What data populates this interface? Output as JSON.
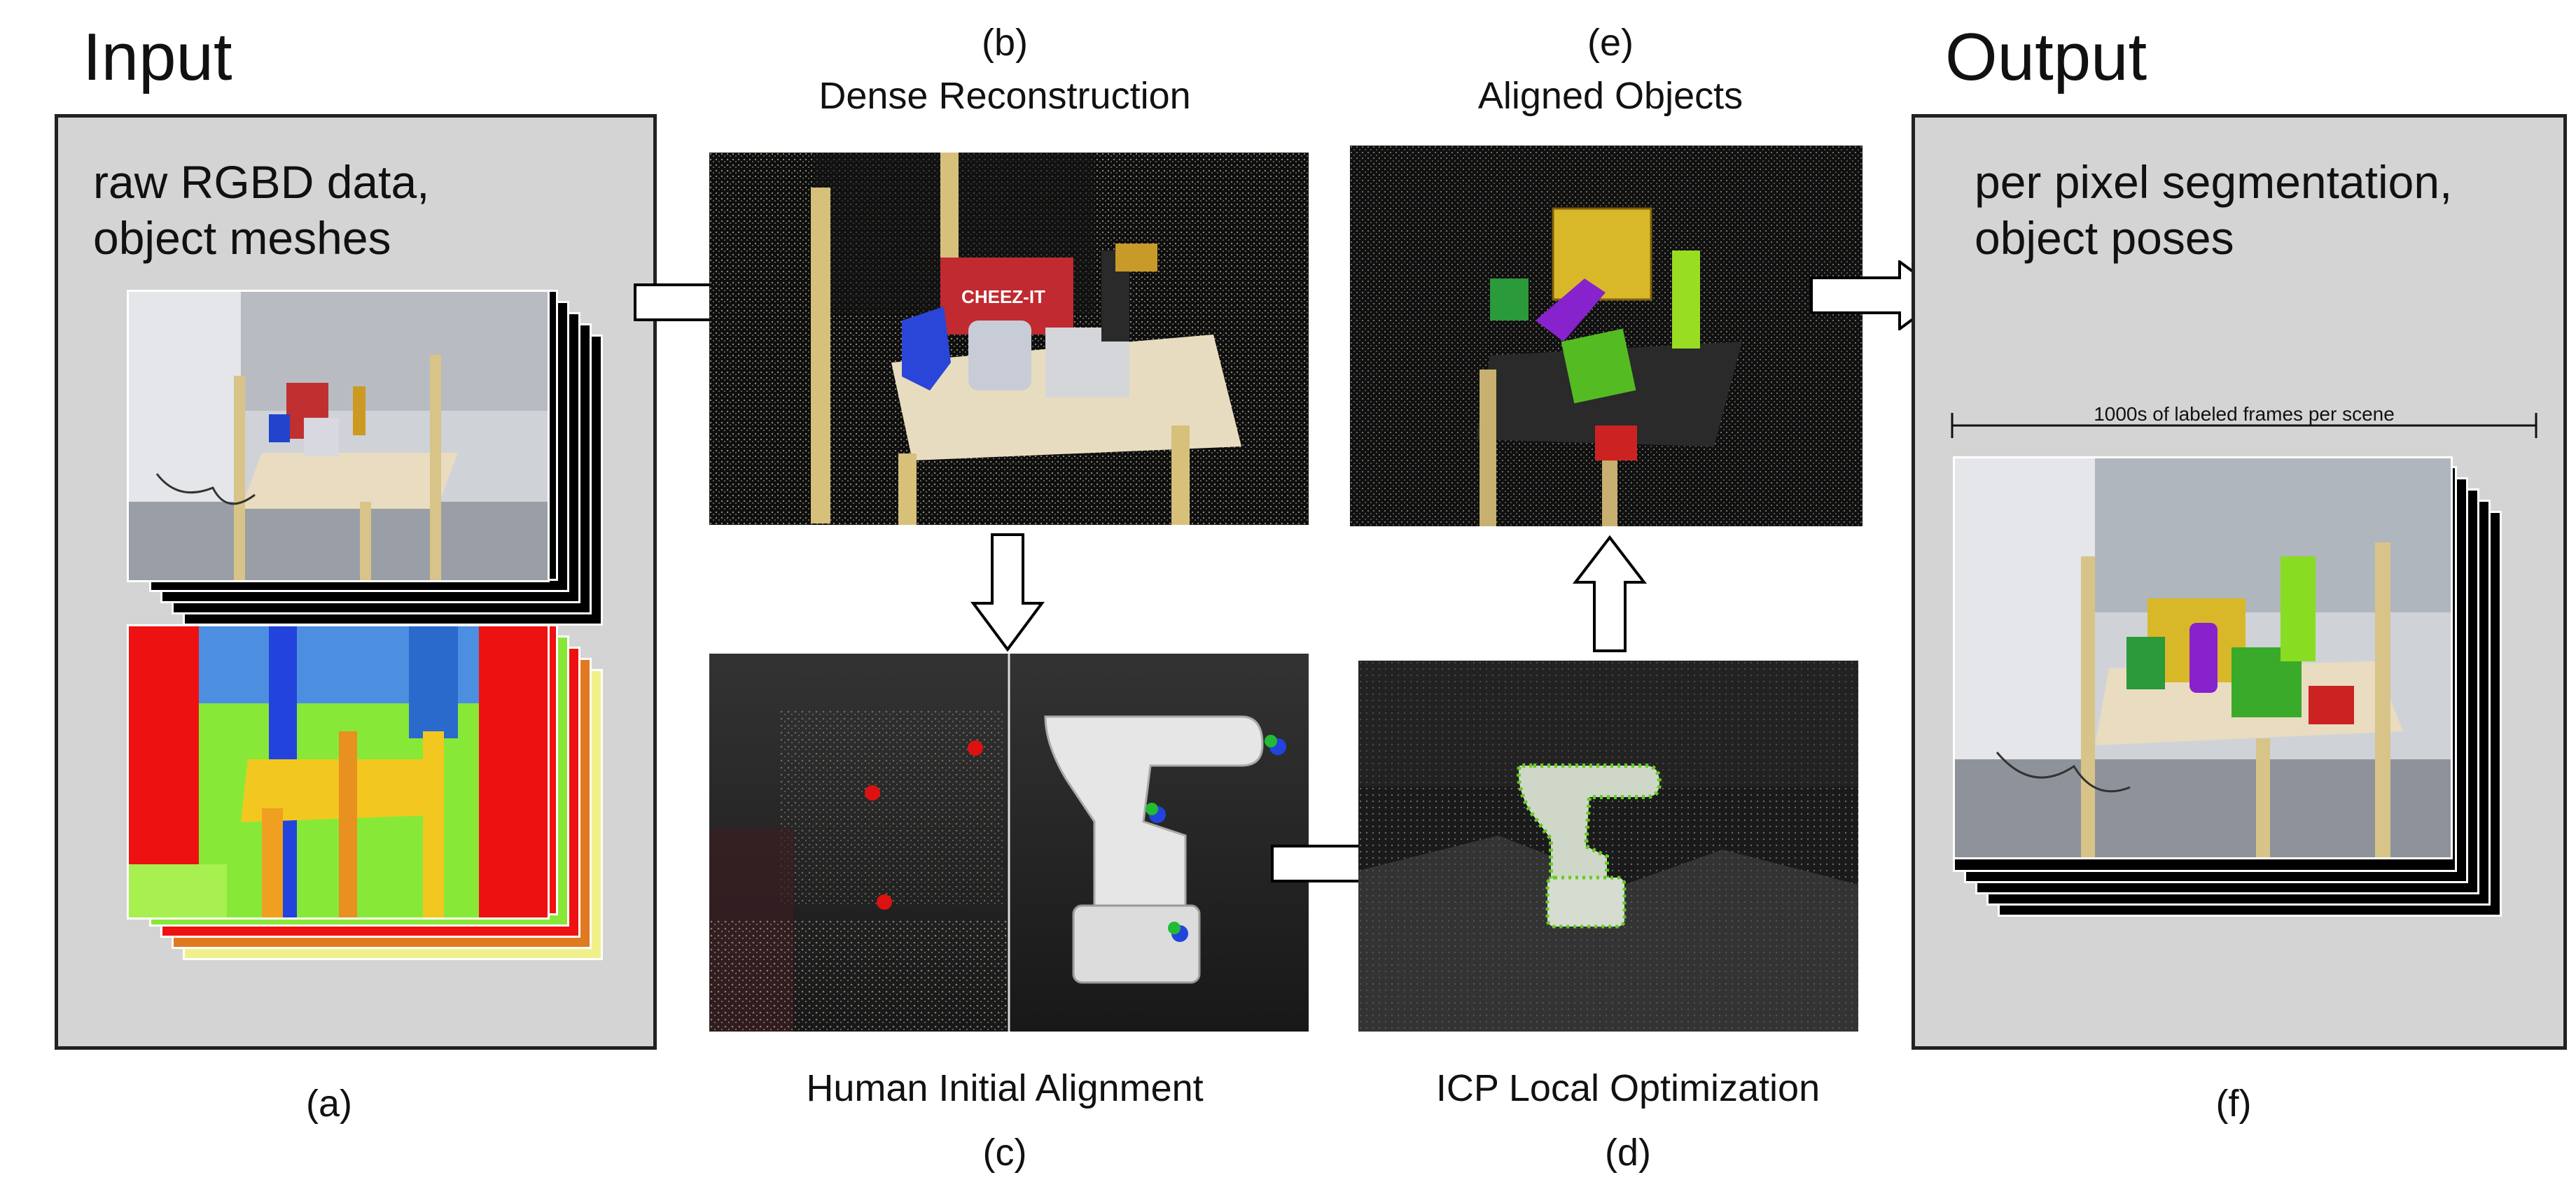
{
  "headings": {
    "input": "Input",
    "output": "Output"
  },
  "input_panel": {
    "line1": "raw RGBD data,",
    "line2": "object meshes"
  },
  "output_panel": {
    "line1": "per pixel segmentation,",
    "line2": "object poses",
    "annotation": "1000s of labeled frames per scene"
  },
  "stages": {
    "b": {
      "letter": "(b)",
      "title": "Dense Reconstruction"
    },
    "e": {
      "letter": "(e)",
      "title": "Aligned Objects"
    },
    "c": {
      "letter": "(c)",
      "title": "Human Initial Alignment"
    },
    "d": {
      "letter": "(d)",
      "title": "ICP Local Optimization"
    },
    "a": {
      "letter": "(a)"
    },
    "f": {
      "letter": "(f)"
    }
  },
  "scene_text": {
    "cereal_brand": "CHEEZ-IT"
  },
  "colors": {
    "panel_bg": "#d4d4d4",
    "panel_border": "#222222",
    "arrow_fill": "#ffffff",
    "arrow_stroke": "#000000",
    "object_green": "#66cc22",
    "object_purple": "#8822cc",
    "object_yellow": "#d8b828",
    "object_red": "#cc2222",
    "object_blue": "#2233cc",
    "depth_green": "#88e838",
    "depth_red": "#ee1111"
  }
}
